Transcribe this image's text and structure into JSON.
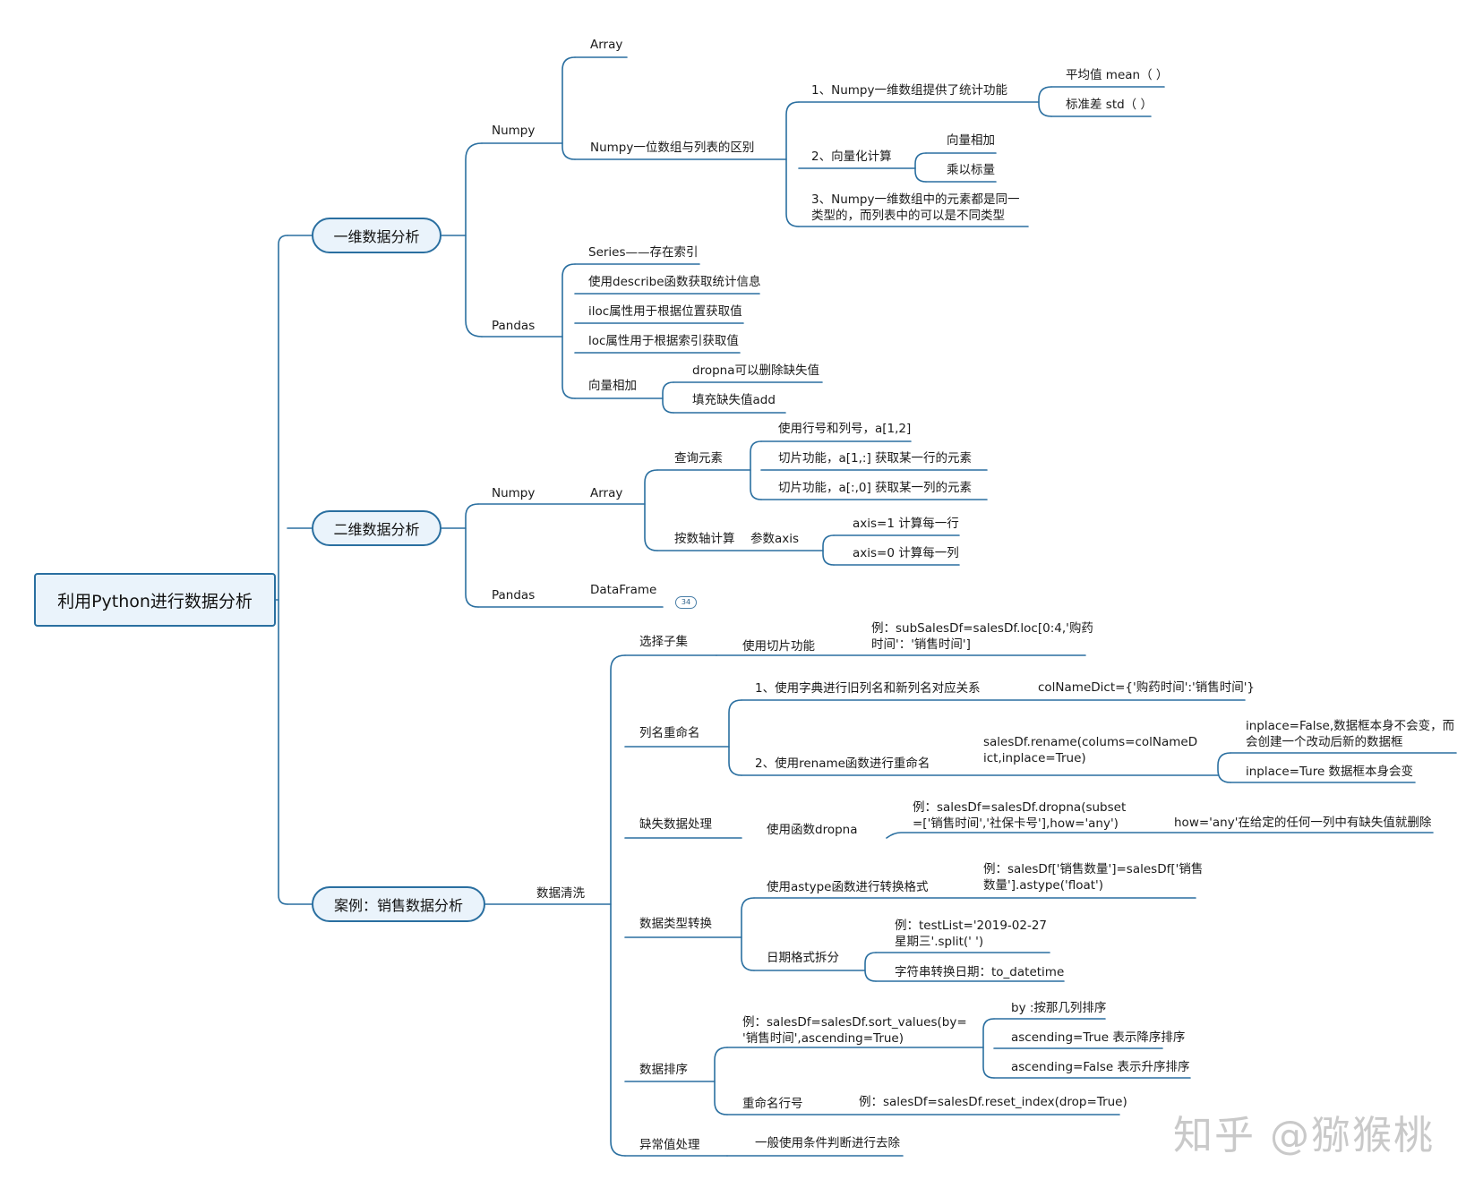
{
  "diagram": {
    "root": "利用Python进行数据分析",
    "branches": {
      "one_d": "一维数据分析",
      "two_d": "二维数据分析",
      "case": "案例：销售数据分析"
    },
    "one_d": {
      "numpy": "Numpy",
      "array": "Array",
      "diff": "Numpy一位数组与列表的区别",
      "stat": "1、Numpy一维数组提供了统计功能",
      "mean": "平均值 mean（ ）",
      "std": "标准差 std（ ）",
      "vec": "2、向量化计算",
      "vec_add": "向量相加",
      "vec_mul": "乘以标量",
      "same_type": "3、Numpy一维数组中的元素都是同一\n类型的，而列表中的可以是不同类型",
      "pandas": "Pandas",
      "series": "Series——存在索引",
      "describe": "使用describe函数获取统计信息",
      "iloc": "iloc属性用于根据位置获取值",
      "loc": "loc属性用于根据索引获取值",
      "vec_add2": "向量相加",
      "dropna": "dropna可以删除缺失值",
      "fill": "填充缺失值add"
    },
    "two_d": {
      "numpy": "Numpy",
      "array": "Array",
      "query": "查询元素",
      "rowcol": "使用行号和列号，a[1,2]",
      "slice_row": "切片功能，a[1,:]    获取某一行的元素",
      "slice_col": "切片功能，a[:,0]    获取某一列的元素",
      "axis_calc": "按数轴计算",
      "axis_param": "参数axis",
      "axis1": "axis=1  计算每一行",
      "axis0": "axis=0  计算每一列",
      "pandas": "Pandas",
      "dataframe": "DataFrame",
      "badge": "34"
    },
    "case": {
      "clean": "数据清洗",
      "subset": "选择子集",
      "slice_func": "使用切片功能",
      "subset_ex": "例：subSalesDf=salesDf.loc[0:4,'购药\n时间'：'销售时间']",
      "rename": "列名重命名",
      "rename1": "1、使用字典进行旧列名和新列名对应关系",
      "rename_dict": "colNameDict={'购药时间':'销售时间'}",
      "rename2": "2、使用rename函数进行重命名",
      "rename_call": "salesDf.rename(colums=colNameD\nict,inplace=True)",
      "inplace_false": "inplace=False,数据框本身不会变，而\n会创建一个改动后新的数据框",
      "inplace_true": "inplace=Ture 数据框本身会变",
      "missing": "缺失数据处理",
      "dropna_func": "使用函数dropna",
      "dropna_ex": "例：salesDf=salesDf.dropna(subset\n=['销售时间','社保卡号'],how='any')",
      "how_any": "how='any'在给定的任何一列中有缺失值就删除",
      "type_conv": "数据类型转换",
      "astype": "使用astype函数进行转换格式",
      "astype_ex": "例：salesDf['销售数量']=salesDf['销售\n数量'].astype('float')",
      "date_split": "日期格式拆分",
      "split_ex": "例：testList='2019-02-27\n星期三'.split(' ')",
      "to_datetime": "字符串转换日期：to_datetime",
      "sort": "数据排序",
      "sort_ex": "例：salesDf=salesDf.sort_values(by=\n'销售时间',ascending=True)",
      "by": "by :按那几列排序",
      "asc_true": "ascending=True  表示降序排序",
      "asc_false": "ascending=False  表示升序排序",
      "reindex": "重命名行号",
      "reindex_ex": "例：salesDf=salesDf.reset_index(drop=True)",
      "outlier": "异常值处理",
      "outlier_desc": "一般使用条件判断进行去除"
    },
    "watermark": "知乎 @猕猴桃"
  }
}
